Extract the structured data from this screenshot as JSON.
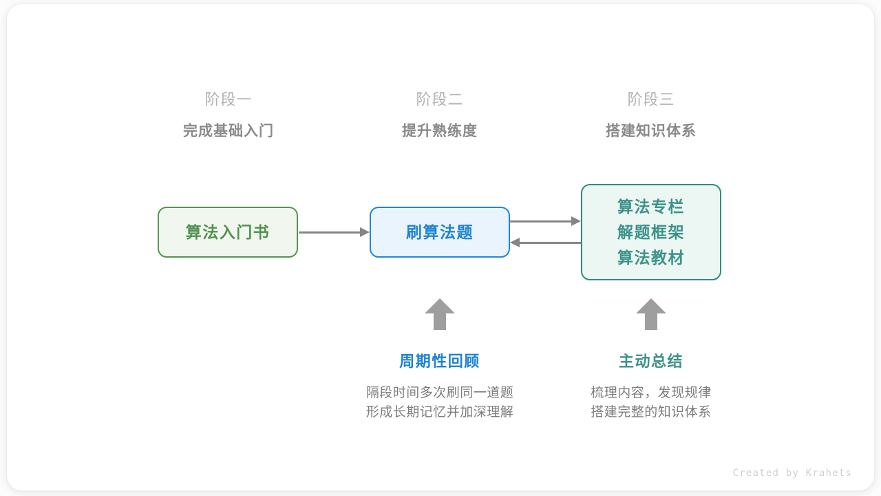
{
  "stages": [
    {
      "label": "阶段一",
      "title": "完成基础入门"
    },
    {
      "label": "阶段二",
      "title": "提升熟练度"
    },
    {
      "label": "阶段三",
      "title": "搭建知识体系"
    }
  ],
  "nodes": {
    "book": {
      "lines": [
        "算法入门书"
      ],
      "color": "#4f9350",
      "border": "#54954f",
      "fill": "#f1f7ef"
    },
    "practice": {
      "lines": [
        "刷算法题"
      ],
      "color": "#1f83d4",
      "border": "#1f87d8",
      "fill": "#eaf4fc"
    },
    "knowledge": {
      "lines": [
        "算法专栏",
        "解题框架",
        "算法教材"
      ],
      "color": "#3c9289",
      "border": "#2f8c80",
      "fill": "#ecf6f3"
    }
  },
  "annotations": [
    {
      "title": "周期性回顾",
      "color": "#1f83d4",
      "desc_lines": [
        "隔段时间多次刷同一道题",
        "形成长期记忆并加深理解"
      ]
    },
    {
      "title": "主动总结",
      "color": "#3c9289",
      "desc_lines": [
        "梳理内容，发现规律",
        "搭建完整的知识体系"
      ]
    }
  ],
  "arrows": {
    "book_to_practice": "arrow-right",
    "practice_to_knowledge": "arrow-right",
    "knowledge_to_practice": "arrow-left",
    "review_up": "arrow-up",
    "summary_up": "arrow-up"
  },
  "credit": "Created by Krahets",
  "colors": {
    "background": "#fcfcfc",
    "card": "#ffffff",
    "arrow_gray": "#858585",
    "block_arrow_gray": "#9e9e9e",
    "stage_label_gray": "#b2b2b2",
    "stage_title_gray": "#8a8a8a",
    "desc_gray": "#7d7d7d",
    "credit_gray": "#cfcfcf"
  }
}
